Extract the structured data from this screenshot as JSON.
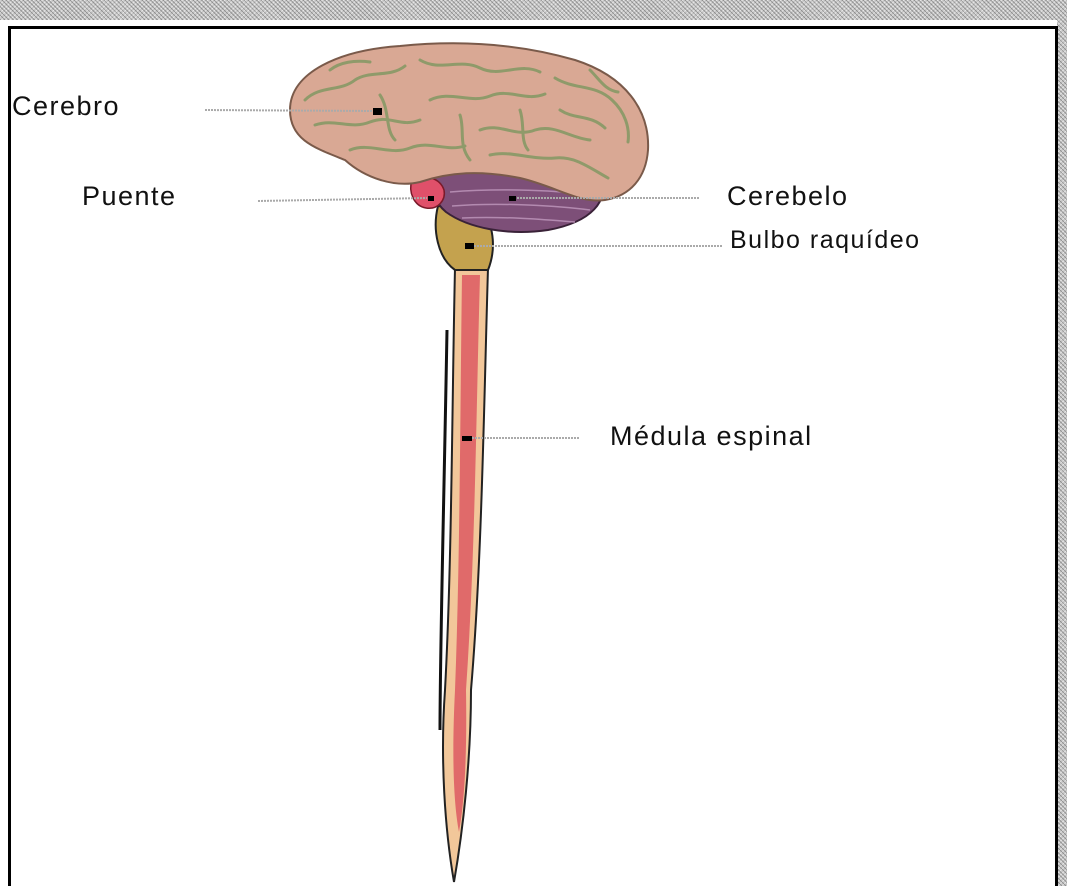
{
  "labels": {
    "cerebro": "Cerebro",
    "puente": "Puente",
    "cerebelo": "Cerebelo",
    "bulbo": "Bulbo raquídeo",
    "medula": "Médula espinal"
  },
  "colors": {
    "brain": "#d9a894",
    "brain_folds": "#8f9a6a",
    "cerebellum": "#7d4f78",
    "pons": "#e0506a",
    "medulla_oblongata": "#c4a24e",
    "spinal_cord_outer": "#f2c79a",
    "spinal_cord_inner": "#e06a6a"
  }
}
